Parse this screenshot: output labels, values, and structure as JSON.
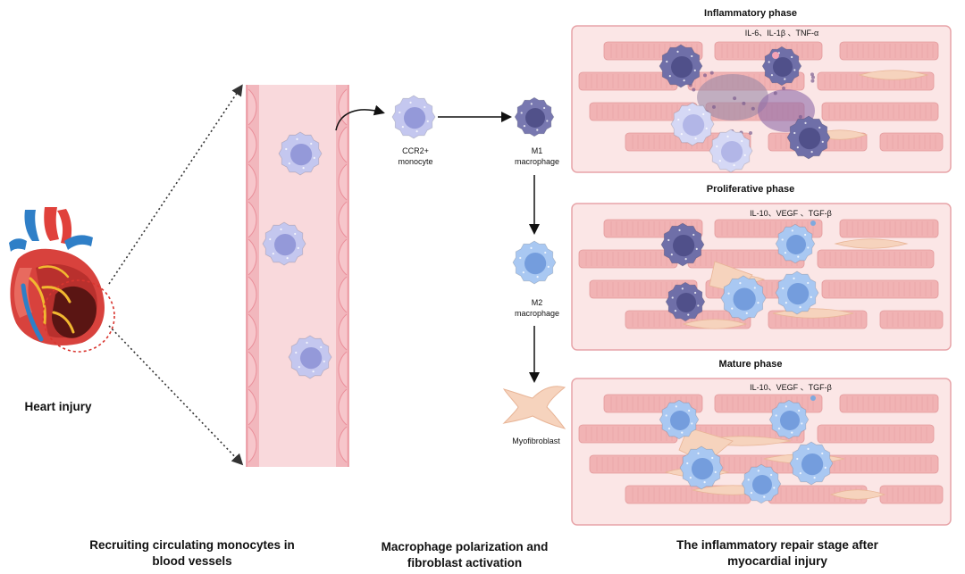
{
  "heart": {
    "label": "Heart injury"
  },
  "cells": {
    "ccr2_line1": "CCR2+",
    "ccr2_line2": "monocyte",
    "m1_line1": "M1",
    "m1_line2": "macrophage",
    "m2_line1": "M2",
    "m2_line2": "macrophage",
    "myofibroblast": "Myofibroblast"
  },
  "phases": [
    {
      "title": "Inflammatory phase",
      "cytokines": "IL-6、IL-1β 、TNF-α"
    },
    {
      "title": "Proliferative phase",
      "cytokines": "IL-10、VEGF 、TGF-β"
    },
    {
      "title": "Mature phase",
      "cytokines": "IL-10、VEGF 、TGF-β"
    }
  ],
  "captions": {
    "left_line1": "Recruiting circulating monocytes in",
    "left_line2": "blood vessels",
    "middle_line1": "Macrophage polarization and",
    "middle_line2": "fibroblast activation",
    "right_line1": "The inflammatory repair stage after",
    "right_line2": "myocardial injury"
  },
  "colors": {
    "vessel_fill": "#f9d9dc",
    "vessel_wall": "#e98f9a",
    "monocyte": "#c4c7ef",
    "m1": "#6f6fa8",
    "m2": "#a9c8f2",
    "myofibroblast": "#f6d3bd",
    "panel_fill": "#fbe6e6",
    "panel_border": "#e7a4a8",
    "muscle": "#f1b3b4"
  }
}
